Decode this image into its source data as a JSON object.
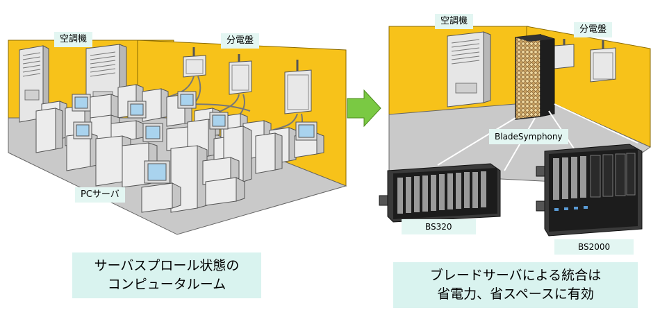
{
  "left_scene": {
    "labels": {
      "aircon": "空調機",
      "panel": "分電盤",
      "pc_server": "PCサーバ"
    },
    "caption": {
      "line1": "サーバスプロール状態の",
      "line2": "コンピュータルーム"
    }
  },
  "right_scene": {
    "labels": {
      "aircon": "空調機",
      "panel": "分電盤",
      "blade": "BladeSymphony",
      "bs320": "BS320",
      "bs2000": "BS2000"
    },
    "caption": {
      "line1": "ブレードサーバによる統合は",
      "line2": "省電力、省スペースに有効"
    }
  },
  "colors": {
    "wall": "#f7c21a",
    "floor": "#c8c8c8",
    "arrow": "#7ac943",
    "label_bg": "#e3f6f2"
  },
  "icons": [
    "aircon-unit",
    "power-panel",
    "pc-server",
    "crt-monitor",
    "blade-rack",
    "blade-chassis"
  ]
}
